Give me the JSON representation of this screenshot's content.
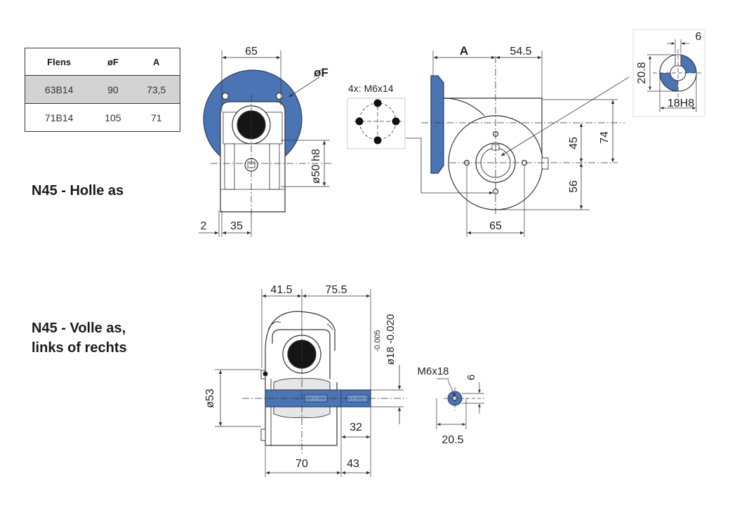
{
  "table": {
    "headers": [
      "Flens",
      "øF",
      "A"
    ],
    "rows": [
      [
        "63B14",
        "90",
        "73,5"
      ],
      [
        "71B14",
        "105",
        "71"
      ]
    ]
  },
  "titles": {
    "hollow": "N45 - Holle as",
    "solid_line1": "N45 - Volle as,",
    "solid_line2": "links of rechts"
  },
  "dims": {
    "front_top": "65",
    "phiF": "øF",
    "phi50": "ø50 h8",
    "left2": "2",
    "bottom35": "35",
    "holes": "4x: M6x14",
    "A": "A",
    "d545": "54.5",
    "d74": "74",
    "d45": "45",
    "d56": "56",
    "side_bottom65": "65",
    "d6": "6",
    "d208": "20.8",
    "h18H8": "18H8",
    "d415": "41.5",
    "d755": "75.5",
    "tol_upper": "-0.005",
    "tol_lower": "ø18 -0.020",
    "phi53": "ø53",
    "d32": "32",
    "d70": "70",
    "d43": "43",
    "m6x18": "M6x18",
    "shaft6": "6",
    "d205": "20.5"
  },
  "colors": {
    "blue": "#4a74b4",
    "line": "#333333",
    "body": "#ffffff"
  }
}
